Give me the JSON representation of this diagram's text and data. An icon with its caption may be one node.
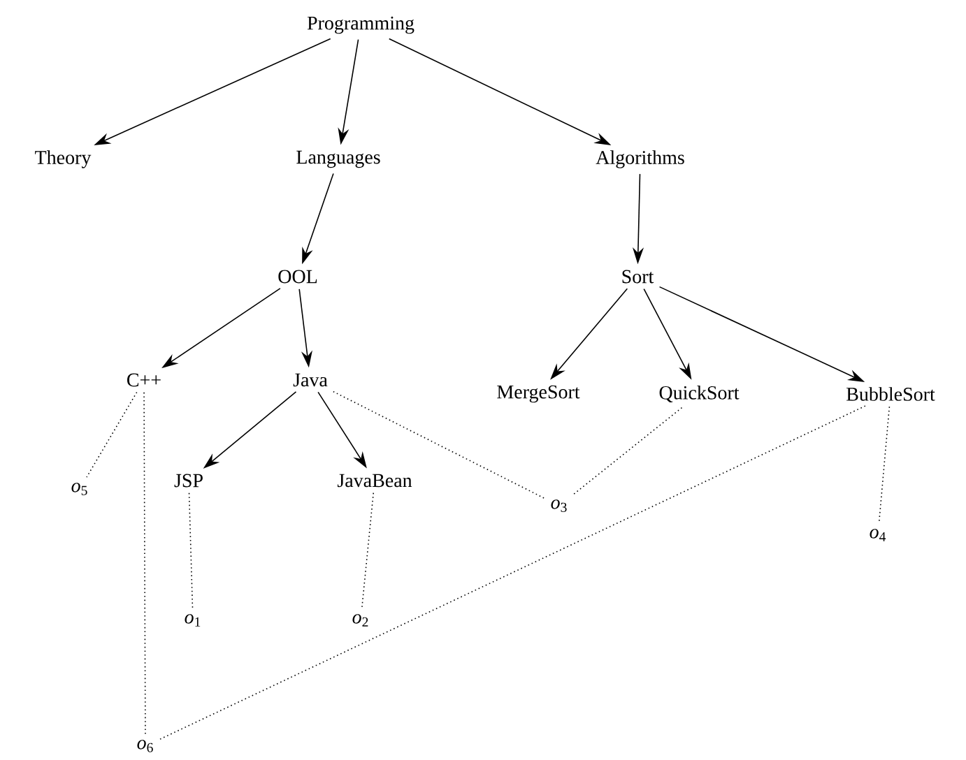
{
  "diagram": {
    "nodes": [
      {
        "text": [
          "Programming"
        ]
      },
      {
        "text": [
          "Theory"
        ]
      },
      {
        "text": [
          "Languages"
        ]
      },
      {
        "text": [
          "Algorithms"
        ]
      },
      {
        "text": [
          "OOL"
        ]
      },
      {
        "text": [
          "Sort"
        ]
      },
      {
        "text": [
          "C++"
        ]
      },
      {
        "text": [
          "Java"
        ]
      },
      {
        "text": [
          "MergeSort"
        ]
      },
      {
        "text": [
          "QuickSort"
        ]
      },
      {
        "text": [
          "BubbleSort"
        ]
      },
      {
        "text": [
          "*o*$_{5}$"
        ]
      },
      {
        "text": [
          "JSP"
        ]
      },
      {
        "text": [
          "JavaBean"
        ]
      },
      {
        "text": [
          "*o*$_{3}$"
        ]
      },
      {
        "text": [
          "*o*$_{4}$"
        ]
      },
      {
        "text": [
          "*o*$_{1}$"
        ]
      },
      {
        "text": [
          "*o*$_{2}$"
        ]
      },
      {
        "text": [
          "*o*$_{6}$"
        ]
      }
    ],
    "edges": [
      {
        "from": 0,
        "to": 1,
        "arrow": "to"
      },
      {
        "from": 0,
        "to": 2,
        "arrow": "to"
      },
      {
        "from": 0,
        "to": 3,
        "arrow": "to"
      },
      {
        "from": 2,
        "to": 4,
        "arrow": "to"
      },
      {
        "from": 3,
        "to": 5,
        "arrow": "to"
      },
      {
        "from": 4,
        "to": 6,
        "arrow": "to"
      },
      {
        "from": 4,
        "to": 7,
        "arrow": "to"
      },
      {
        "from": 5,
        "to": 8,
        "arrow": "to"
      },
      {
        "from": 5,
        "to": 9,
        "arrow": "to"
      },
      {
        "from": 5,
        "to": 10,
        "arrow": "to"
      },
      {
        "from": 7,
        "to": 12,
        "arrow": "to"
      },
      {
        "from": 7,
        "to": 13,
        "arrow": "to"
      },
      {
        "from": 6,
        "to": 11,
        "arrow": "none",
        "style": "dashed"
      },
      {
        "from": 6,
        "to": 18,
        "arrow": "none",
        "style": "dashed"
      },
      {
        "from": 7,
        "to": 14,
        "arrow": "none",
        "style": "dashed"
      },
      {
        "from": 9,
        "to": 14,
        "arrow": "none",
        "style": "dashed"
      },
      {
        "from": 10,
        "to": 15,
        "arrow": "none",
        "style": "dashed"
      },
      {
        "from": 10,
        "to": 18,
        "arrow": "none",
        "style": "dashed"
      },
      {
        "from": 12,
        "to": 16,
        "arrow": "none",
        "style": "dashed"
      },
      {
        "from": 13,
        "to": 17,
        "arrow": "none",
        "style": "dashed"
      }
    ]
  }
}
